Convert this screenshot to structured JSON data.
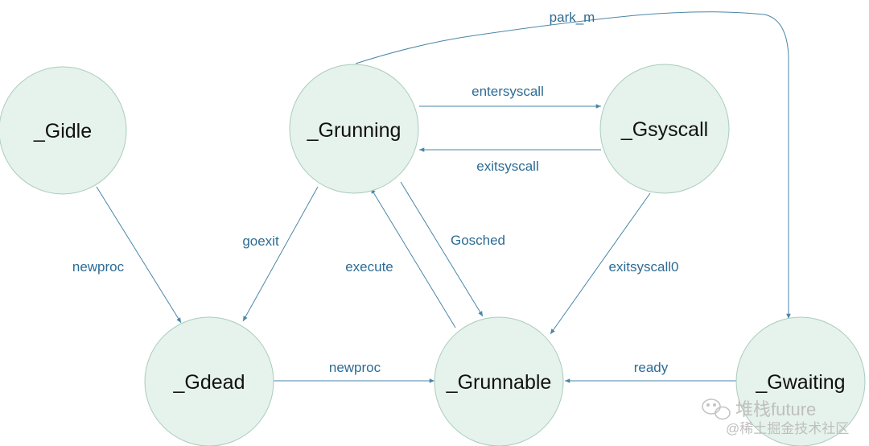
{
  "diagram": {
    "states": {
      "gidle": "_Gidle",
      "grunning": "_Grunning",
      "gsyscall": "_Gsyscall",
      "gdead": "_Gdead",
      "grunnable": "_Grunnable",
      "gwaiting": "_Gwaiting"
    },
    "transitions": {
      "park_m": "park_m",
      "entersyscall": "entersyscall",
      "exitsyscall": "exitsyscall",
      "goexit": "goexit",
      "gosched": "Gosched",
      "execute": "execute",
      "newproc_idle": "newproc",
      "exitsyscall0": "exitsyscall0",
      "newproc_dead": "newproc",
      "ready": "ready"
    }
  },
  "watermark": {
    "line1": "堆栈future",
    "line2": "@稀土掘金技术社区"
  },
  "colors": {
    "node_fill": "#e6f2ec",
    "node_stroke": "#a9cdbb",
    "edge": "#4a86a8",
    "edge_label": "#2d6c94"
  }
}
